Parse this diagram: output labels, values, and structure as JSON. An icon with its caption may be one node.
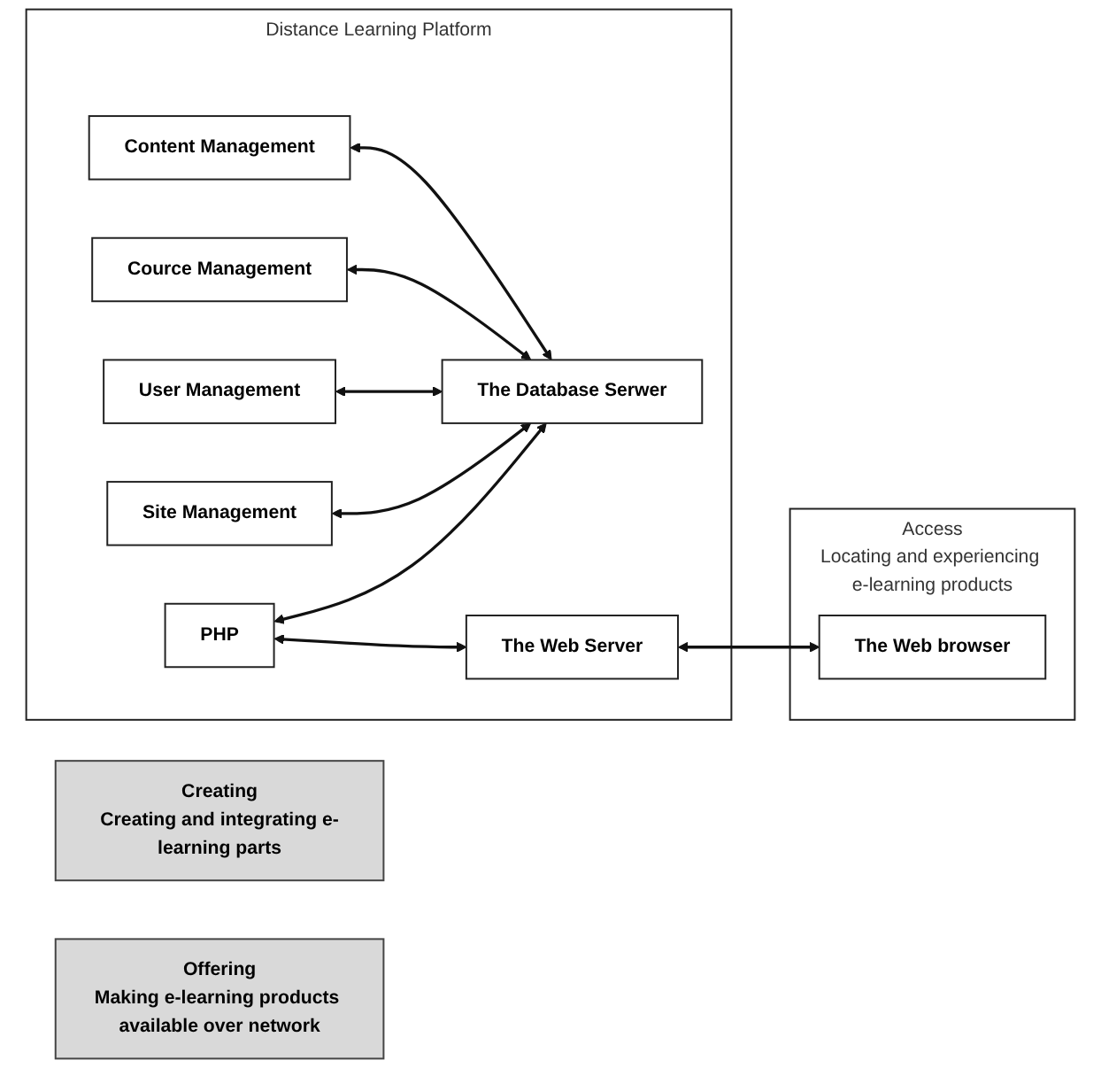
{
  "diagram": {
    "nodes": [
      {
        "text": [
          "Creating",
          "Creating and integrating e-learning parts"
        ]
      },
      {
        "text": [
          "Offering",
          "Making e-learning products available over network"
        ]
      },
      {
        "text": [
          "Access",
          "Locating and experiencing e-learning products"
        ]
      },
      {
        "text": [
          "Distance Learning Platform"
        ]
      },
      {
        "text": [
          "PHP"
        ],
        "in": 3
      },
      {
        "text": [
          "Site Management"
        ],
        "in": 3
      },
      {
        "text": [
          "User Management"
        ],
        "in": 3
      },
      {
        "text": [
          "Cource Management"
        ],
        "in": 3
      },
      {
        "text": [
          "Content Management"
        ],
        "in": 3
      },
      {
        "text": [
          "The Database Serwer"
        ],
        "in": 3
      },
      {
        "text": [
          "The Web Server"
        ],
        "in": 3
      },
      {
        "text": [
          "The Web browser"
        ],
        "in": 2
      }
    ],
    "edges": [
      {
        "from": 4,
        "to": 9,
        "arrow": "both"
      },
      {
        "from": 4,
        "to": 10,
        "arrow": "both"
      },
      {
        "from": 5,
        "to": 9,
        "arrow": "both"
      },
      {
        "from": 6,
        "to": 9,
        "arrow": "both"
      },
      {
        "from": 7,
        "to": 9,
        "arrow": "both"
      },
      {
        "from": 8,
        "to": 9,
        "arrow": "both"
      },
      {
        "from": 10,
        "to": 11,
        "arrow": "both"
      }
    ]
  }
}
